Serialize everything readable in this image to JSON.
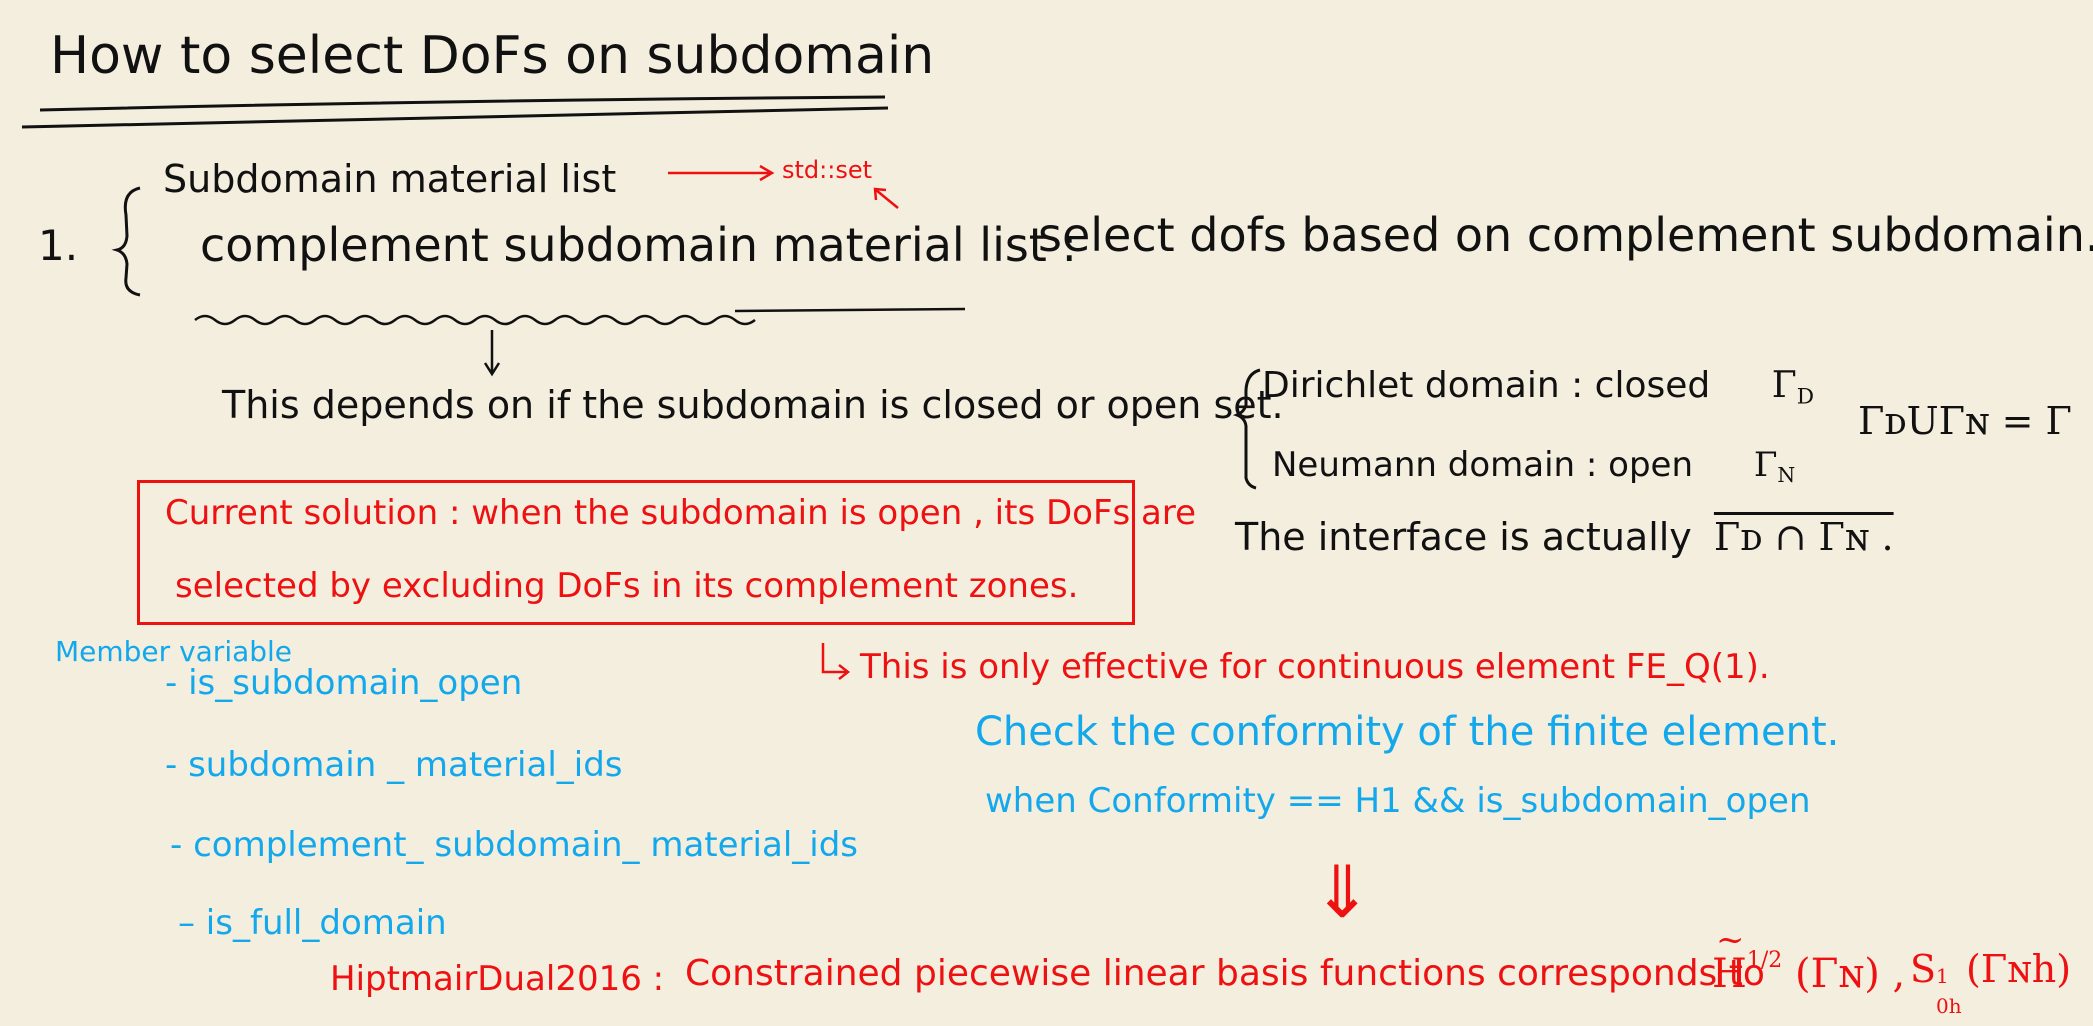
{
  "title": "How to select DoFs on subdomain",
  "item_number": "1.",
  "subdomain_list_label": "Subdomain  material list",
  "std_set_label": "std::set",
  "complement_label": "complement subdomain  material list :",
  "complement_note": "select dofs based on complement subdomain.",
  "depends_text": "This depends on if the subdomain is closed or open set.",
  "dirichlet": {
    "label": "Dirichlet domain : closed",
    "symbol": "Γ",
    "sub": "D"
  },
  "neumann": {
    "label": "Neumann domain : open",
    "symbol": "Γ",
    "sub": "N"
  },
  "union_formula": "ΓᴅUΓɴ = Γ",
  "interface_text": "The interface is actually",
  "interface_formula": "Γᴅ ∩ Γɴ .",
  "solution_box": {
    "line1": "Current solution : when the subdomain is  open , its DoFs are",
    "line2": "selected  by excluding DoFs in its complement zones."
  },
  "effective_note": "This is only effective for continuous element  FE_Q(1).",
  "member_heading": "Member variable",
  "members": [
    "- is_subdomain_open",
    "- subdomain _ material_ids",
    "- complement_ subdomain_ material_ids",
    "–  is_full_domain"
  ],
  "conformity_line1": "Check the conformity of the finite element.",
  "conformity_line2": "when  Conformity == H1 && is_subdomain_open",
  "arrow_down": "⇓",
  "reference": "HiptmairDual2016 :",
  "basis_text": "Constrained piecewise linear basis functions corresponds to",
  "h_symbol": "H",
  "h_tilde": "~",
  "h_exponent": "1/2",
  "h_arg": "(Γɴ) ,",
  "s_symbol": "S",
  "s_super": "1",
  "s_sub": "0h",
  "s_arg": "(Γɴh)",
  "colors": {
    "ink": "#111111",
    "red": "#ee1111",
    "blue": "#13a8ec",
    "paper": "#f4eedf"
  }
}
